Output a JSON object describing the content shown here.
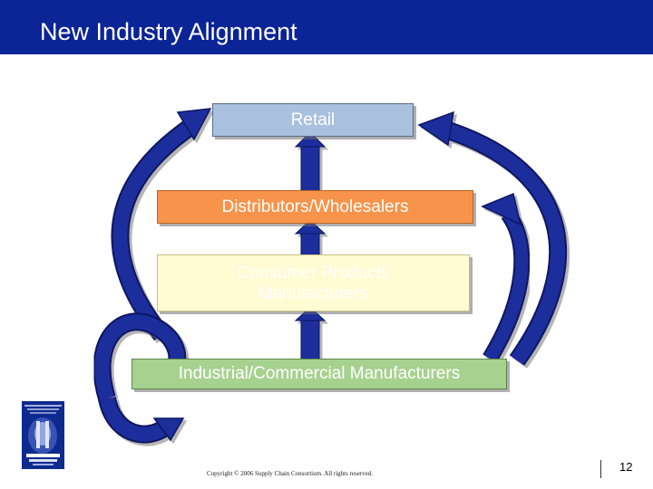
{
  "header": {
    "title": "New Industry Alignment"
  },
  "boxes": {
    "retail": "Retail",
    "distributors": "Distributors/Wholesalers",
    "consumer_line1": "Consumer Products",
    "consumer_line2": "Manufacturers",
    "industrial": "Industrial/Commercial Manufacturers"
  },
  "footer": {
    "copyright": "Copyright © 2006 Supply Chain Consortium. All rights reserved.",
    "page_number": "12"
  },
  "colors": {
    "header_bg": "#0b2496",
    "arrow_blue": "#1f2f9c",
    "retail_fill": "#a9c0de",
    "distributors_fill": "#f7934a",
    "consumer_fill": "#fffbd2",
    "industrial_fill": "#a7d18f"
  }
}
